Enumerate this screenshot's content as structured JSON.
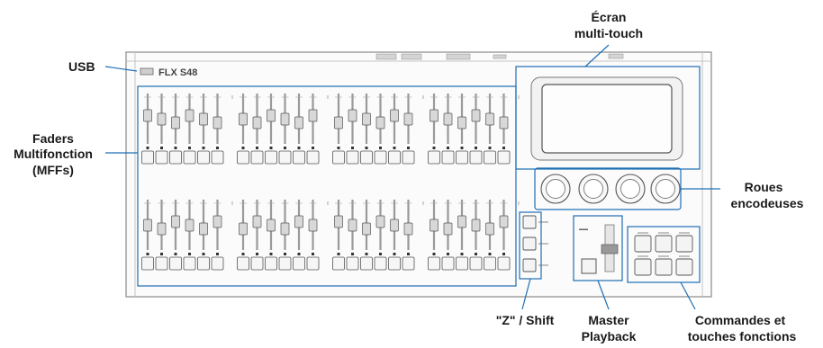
{
  "console": {
    "brand": "FLX S48",
    "colors": {
      "callout": "#1f6fb5",
      "outline": "#8a8a8a",
      "text": "#1a1a1a"
    }
  },
  "labels": {
    "usb": "USB",
    "faders_line1": "Faders",
    "faders_line2": "Multifonction",
    "faders_line3": "(MFFs)",
    "ecran_line1": "Écran",
    "ecran_line2": "multi-touch",
    "roues_line1": "Roues",
    "roues_line2": "encodeuses",
    "shift": "\"Z\" / Shift",
    "master_line1": "Master",
    "master_line2": "Playback",
    "cmd_line1": "Commandes et",
    "cmd_line2": "touches fonctions"
  }
}
